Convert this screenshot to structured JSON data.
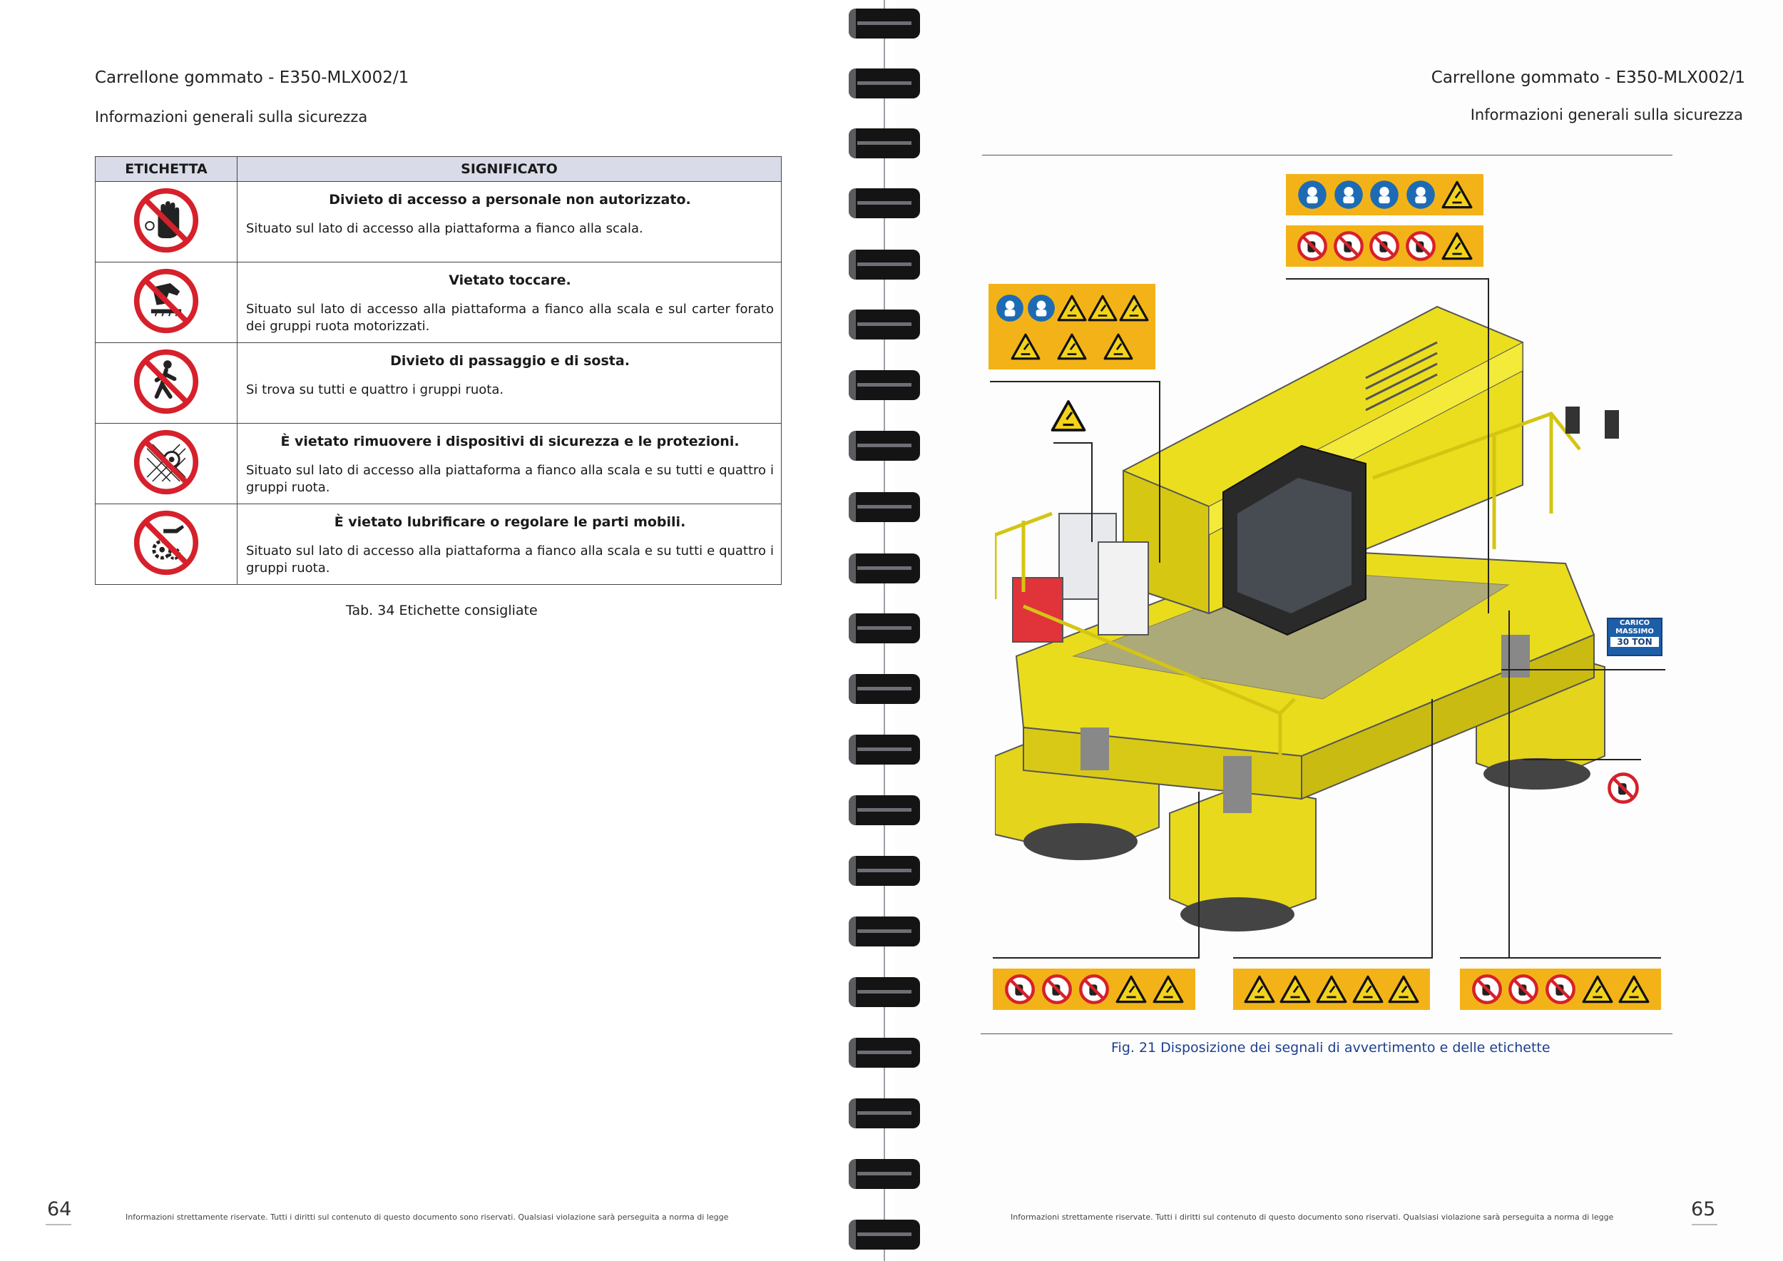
{
  "left_page": {
    "header_title": "Carrellone gommato - E350-MLX002/1",
    "header_subtitle": "Informazioni generali sulla sicurezza",
    "table": {
      "headers": [
        "ETICHETTA",
        "SIGNIFICATO"
      ],
      "rows": [
        {
          "icon": "no-entry-hand-icon",
          "title": "Divieto di accesso a personale non autorizzato.",
          "desc": "Situato sul lato di accesso alla piattaforma a fianco alla scala."
        },
        {
          "icon": "do-not-touch-icon",
          "title": "Vietato toccare.",
          "desc": "Situato sul lato di accesso alla piattaforma a fianco alla scala e sul carter forato dei gruppi ruota motorizzati."
        },
        {
          "icon": "no-pedestrian-icon",
          "title": "Divieto di passaggio e di sosta.",
          "desc": "Si trova su tutti e quattro i gruppi ruota."
        },
        {
          "icon": "no-remove-guards-icon",
          "title": "È vietato rimuovere i dispositivi di sicurezza e le protezioni.",
          "desc": "Situato sul lato di accesso alla piattaforma a fianco alla scala e su tutti e quattro i gruppi ruota."
        },
        {
          "icon": "no-lubricate-moving-parts-icon",
          "title": "È vietato lubrificare o regolare le parti mobili.",
          "desc": "Situato sul lato di accesso alla piattaforma a fianco alla scala e su tutti e quattro i gruppi ruota."
        }
      ]
    },
    "caption": "Tab. 34 Etichette consigliate",
    "page_number": "64",
    "footer": "Informazioni strettamente riservate. Tutti i diritti sul contenuto di questo documento sono riservati. Qualsiasi violazione sarà perseguita a norma di legge"
  },
  "right_page": {
    "header_title": "Carrellone gommato - E350-MLX002/1",
    "header_subtitle": "Informazioni generali sulla sicurezza",
    "figure_caption": "Fig. 21  Disposizione dei segnali di avvertimento e delle etichette",
    "load_sign": {
      "line1": "CARICO",
      "line2": "MASSIMO",
      "line3": "30 TON"
    },
    "page_number": "65",
    "footer": "Informazioni strettamente riservate. Tutti i diritti sul contenuto di questo documento sono riservati. Qualsiasi violazione sarà perseguita a norma di legge"
  },
  "colors": {
    "sign_panel": "#f3b318",
    "machine_yellow": "#e9dc1d",
    "prohibition_red": "#d6202b",
    "mandatory_blue": "#1d6bb5",
    "header_fill": "#d9dbe8"
  }
}
